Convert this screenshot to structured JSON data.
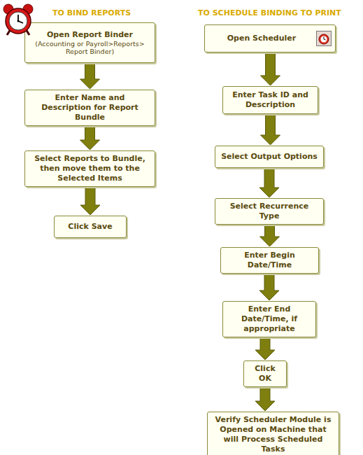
{
  "diagram": {
    "nodes": [
      {
        "text": [
          "Open Report Binder",
          "(Accounting or Payroll>Reports> Report Binder)"
        ]
      },
      {
        "text": [
          "Enter Name and Description for Report Bundle"
        ]
      },
      {
        "text": [
          "Select Reports to Bundle, then move them to the Selected Items"
        ]
      },
      {
        "text": [
          "Click Save"
        ]
      },
      {
        "text": [
          "Open Scheduler"
        ]
      },
      {
        "text": [
          "Enter Task ID and Description"
        ]
      },
      {
        "text": [
          "Select Output Options"
        ]
      },
      {
        "text": [
          "Select Recurrence Type"
        ]
      },
      {
        "text": [
          "Enter Begin Date/Time"
        ]
      },
      {
        "text": [
          "Enter End Date/Time, if appropriate"
        ]
      },
      {
        "text": [
          "Click OK"
        ]
      },
      {
        "text": [
          "Verify Scheduler Module is Opened on Machine that will Process Scheduled Tasks"
        ]
      }
    ],
    "edges": [
      {
        "from": 0,
        "to": 1,
        "arrow": "to"
      },
      {
        "from": 1,
        "to": 2,
        "arrow": "to"
      },
      {
        "from": 2,
        "to": 3,
        "arrow": "to"
      },
      {
        "from": 4,
        "to": 5,
        "arrow": "to"
      },
      {
        "from": 5,
        "to": 6,
        "arrow": "to"
      },
      {
        "from": 6,
        "to": 7,
        "arrow": "to"
      },
      {
        "from": 7,
        "to": 8,
        "arrow": "to"
      },
      {
        "from": 8,
        "to": 9,
        "arrow": "to"
      },
      {
        "from": 9,
        "to": 10,
        "arrow": "to"
      },
      {
        "from": 10,
        "to": 11,
        "arrow": "to"
      }
    ],
    "labels": [
      "TO BIND REPORTS",
      "TO SCHEDULE BINDING TO PRINT"
    ]
  }
}
